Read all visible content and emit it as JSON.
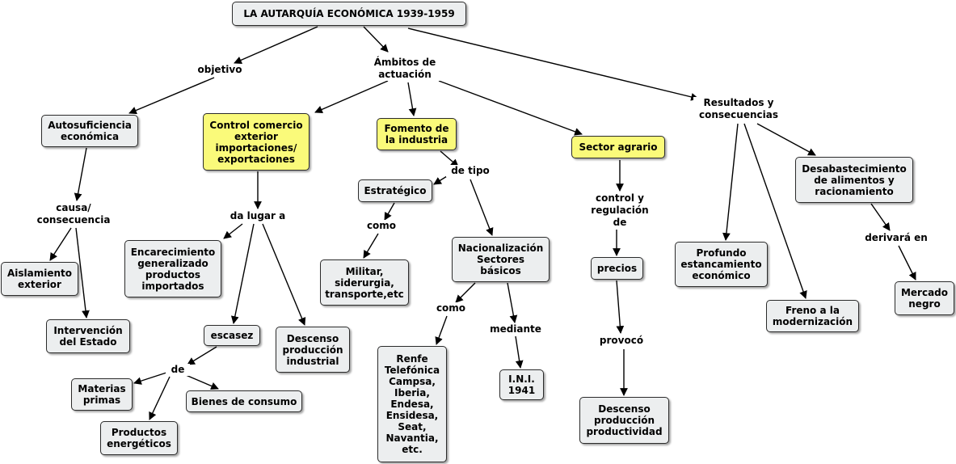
{
  "title": "LA AUTARQUÍA ECONÓMICA 1939-1959",
  "nodes": {
    "autosuficiencia": "Autosuficiencia\neconómica",
    "control_comercio": "Control comercio\nexterior\nimportaciones/\nexportaciones",
    "fomento_industria": "Fomento de\nla industria",
    "sector_agrario": "Sector agrario",
    "aislamiento": "Aislamiento\nexterior",
    "intervencion": "Intervención\ndel Estado",
    "encarecimiento": "Encarecimiento\ngeneralizado\nproductos\nimportados",
    "escasez": "escasez",
    "descenso_industrial": "Descenso\nproducción\nindustrial",
    "materias_primas": "Materias\nprimas",
    "bienes_consumo": "Bienes de consumo",
    "productos_energeticos": "Productos\nenergéticos",
    "estrategico": "Estratégico",
    "militar": "Militar,\nsiderurgia,\ntransporte,etc",
    "nacionalizacion": "Nacionalización\nSectores\nbásicos",
    "empresas": "Renfe\nTelefónica\nCampsa,\nIberia,\nEndesa,\nEnsidesa,\nSeat,\nNavantia,\netc.",
    "ini": "I.N.I.\n1941",
    "precios": "precios",
    "descenso_productividad": "Descenso\nproducción\nproductividad",
    "estancamiento": "Profundo\nestancamiento\neconómico",
    "freno": "Freno a la\nmodernización",
    "desabastecimiento": "Desabastecimiento\nde alimentos y\nracionamiento",
    "mercado_negro": "Mercado\nnegro"
  },
  "labels": {
    "objetivo": "objetivo",
    "ambitos": "Ámbitos de\nactuación",
    "resultados": "Resultados y\nconsecuencias",
    "causa": "causa/\nconsecuencia",
    "da_lugar": "da lugar a",
    "de": "de",
    "de_tipo": "de tipo",
    "como_1": "como",
    "como_2": "como",
    "mediante": "mediante",
    "control_regulacion": "control y\nregulación\nde",
    "provoco": "provocó",
    "derivara": "derivará en"
  }
}
